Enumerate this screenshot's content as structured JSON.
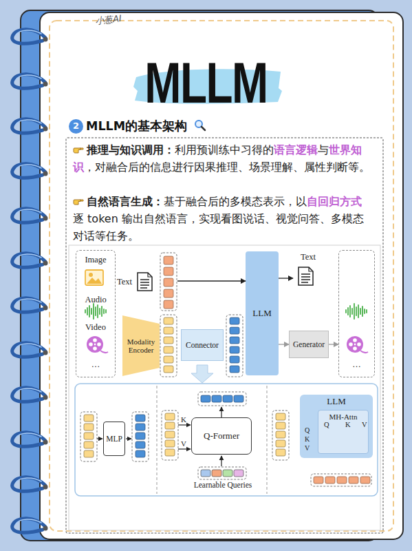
{
  "diagram": {
    "title": "MLLM",
    "nodes": [
      {
        "text": [
          "2"
        ]
      },
      {
        "text": [
          "Image",
          "Audio",
          "Video",
          "…"
        ]
      },
      {
        "text": [
          "Text"
        ]
      },
      {
        "text": [
          "Modality Encoder"
        ]
      },
      {
        "text": [
          "Connector"
        ]
      },
      {
        "text": [
          "LLM"
        ]
      },
      {
        "text": [
          "Text"
        ]
      },
      {
        "text": [
          "Generator"
        ]
      },
      {
        "text": [
          "…"
        ]
      },
      {
        "text": [
          "MLP"
        ]
      },
      {
        "text": [
          "Q-Former"
        ]
      },
      {
        "text": [
          "LLM"
        ]
      },
      {
        "text": [
          "MH-Attn"
        ],
        "in": 11
      }
    ],
    "edges": [
      {
        "from": 2,
        "to": 5,
        "arrow": "to"
      },
      {
        "from": 5,
        "to": 6,
        "arrow": "to"
      },
      {
        "from": 5,
        "to": 7,
        "arrow": "to"
      },
      {
        "from": 7,
        "to": 8,
        "arrow": "to"
      }
    ],
    "labels": [
      "小葱AI",
      "MLLM的基本架构",
      "推理与知识调用：",
      "利用预训练中习得的",
      "语言逻辑",
      "与",
      "世界知识",
      "，对融合后的信息进行因果推理、场景理解、属性判断等。",
      "自然语言生成：",
      "基于融合后的多模态表示，以",
      "自回归方式",
      "逐 token 输出自然语言，实现看图说话、视觉问答、多模态对话等任务。",
      "K",
      "V",
      "Learnable Queries",
      "Q",
      "K",
      "V",
      "Q",
      "K",
      "V"
    ]
  }
}
